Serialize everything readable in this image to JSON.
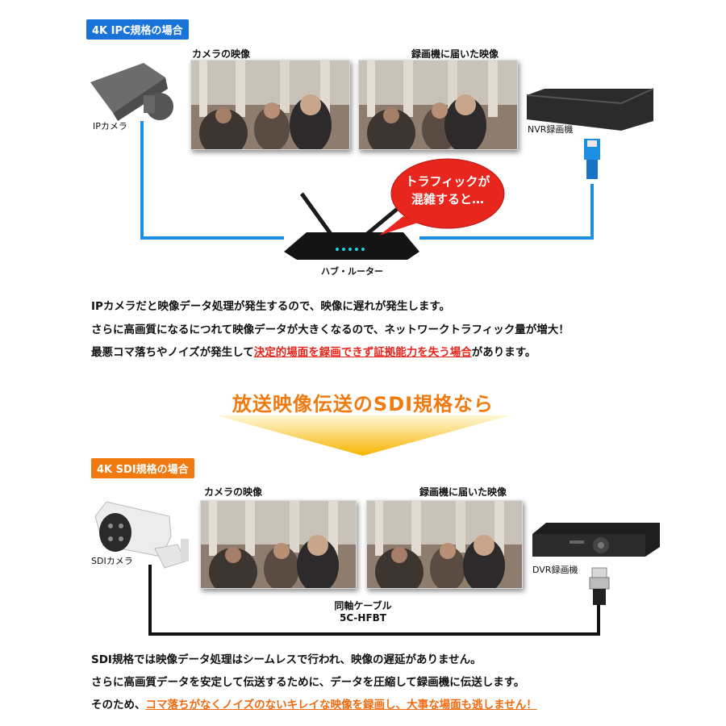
{
  "ipc": {
    "badge": "4K IPC規格の場合",
    "camera_video_label": "カメラの映像",
    "received_video_label": "録画機に届いた映像",
    "camera_label": "IPカメラ",
    "recorder_label": "NVR録画機",
    "router_label": "ハブ・ルーター",
    "bubble_line1": "トラフィックが",
    "bubble_line2": "混雑すると…",
    "text_line1": "IPカメラだと映像データ処理が発生するので、映像に遅れが発生します。",
    "text_line2": "さらに高画質になるにつれて映像データが大きくなるので、ネットワークトラフィック量が増大！",
    "text_line3_pre": "最悪コマ落ちやノイズが発生して",
    "text_line3_em": "決定的場面を録画できず証拠能力を失う場合",
    "text_line3_post": "があります。"
  },
  "transition": {
    "title": "放送映像伝送のSDI規格なら"
  },
  "sdi": {
    "badge": "4K SDI規格の場合",
    "camera_video_label": "カメラの映像",
    "received_video_label": "録画機に届いた映像",
    "camera_label": "SDIカメラ",
    "recorder_label": "DVR録画機",
    "cable_line1": "同軸ケーブル",
    "cable_line2": "5C-HFBT",
    "text_line1": "SDI規格では映像データ処理はシームレスで行われ、映像の遅延がありません。",
    "text_line2": "さらに高画質データを安定して伝送するために、データを圧縮して録画機に伝送します。",
    "text_line3_pre": "そのため、",
    "text_line3_em": "コマ落ちがなくノイズのないキレイな映像を録画し、大事な場面も逃しません！"
  },
  "colors": {
    "ipc_accent": "#1a73d9",
    "sdi_accent": "#f07a10",
    "cable_blue": "#1e8fe0",
    "cable_black": "#111111",
    "warning_red": "#e8261d"
  }
}
